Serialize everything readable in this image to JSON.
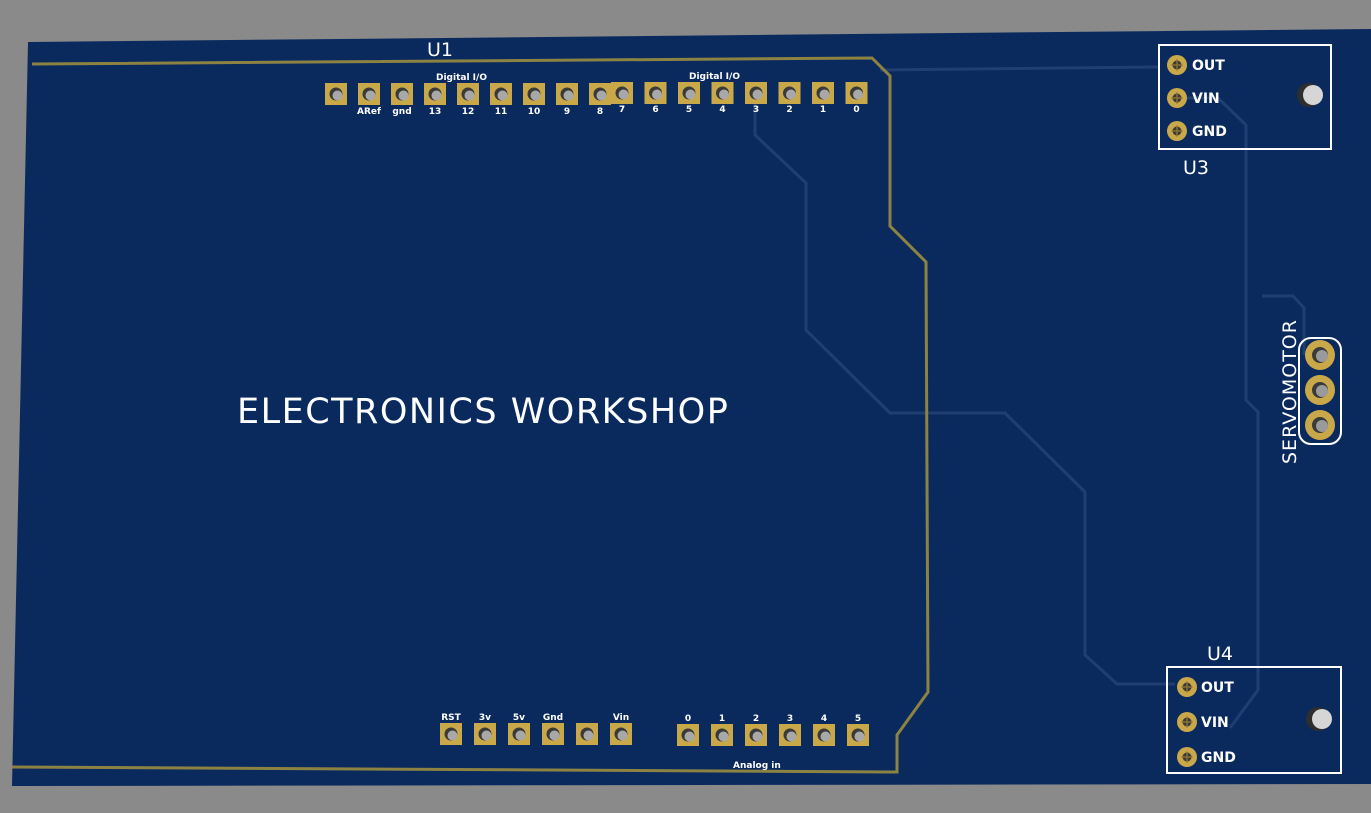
{
  "colors": {
    "background": "#8a8a8a",
    "board": "#0a2a5e",
    "trace": "#1f3f72",
    "outline": "#8c8342",
    "pad_gold": "#c9a84a",
    "silkscreen": "#ffffff"
  },
  "board_title": "ELECTRONICS WORKSHOP",
  "u1": {
    "ref": "U1",
    "digital_header_left_label": "Digital I/O",
    "digital_header_right_label": "Digital I/O",
    "digital_left_pins": [
      "",
      "ARef",
      "gnd",
      "13",
      "12",
      "11",
      "10",
      "9",
      "8"
    ],
    "digital_right_pins": [
      "7",
      "6",
      "5",
      "4",
      "3",
      "2",
      "1",
      "0"
    ],
    "power_pins": [
      "RST",
      "3v",
      "5v",
      "Gnd",
      "",
      "Vin"
    ],
    "analog_pins": [
      "0",
      "1",
      "2",
      "3",
      "4",
      "5"
    ],
    "analog_header_label": "Analog in"
  },
  "u3": {
    "ref": "U3",
    "pins": [
      "OUT",
      "VIN",
      "GND"
    ]
  },
  "u4": {
    "ref": "U4",
    "pins": [
      "OUT",
      "VIN",
      "GND"
    ]
  },
  "servo": {
    "label": "SERVOMOTOR",
    "pin_count": 3
  }
}
